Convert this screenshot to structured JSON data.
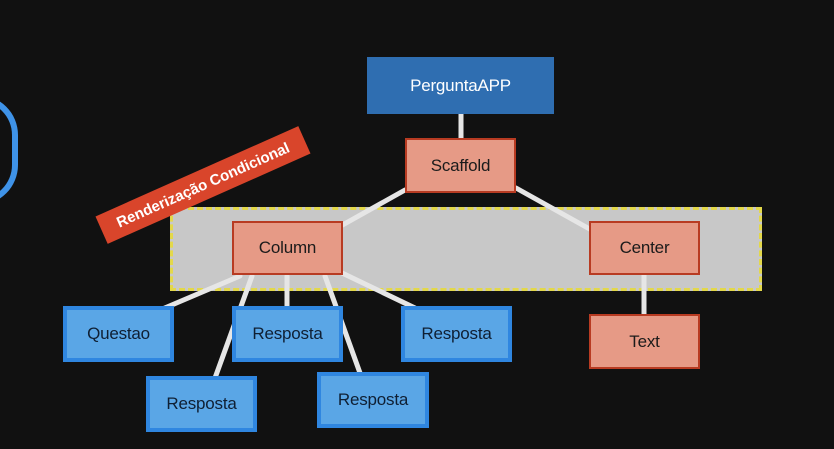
{
  "diagram": {
    "annotation": "Renderização Condicional",
    "nodes": {
      "root": "PerguntaAPP",
      "scaffold": "Scaffold",
      "column": "Column",
      "center": "Center",
      "text": "Text",
      "questao": "Questao",
      "resposta_1": "Resposta",
      "resposta_2": "Resposta",
      "resposta_3": "Resposta",
      "resposta_4": "Resposta"
    },
    "colors": {
      "background": "#111111",
      "root_fill": "#2f6eb1",
      "widget_fill": "#e69a86",
      "widget_border": "#b83b22",
      "leaf_fill": "#5aa6e6",
      "leaf_border": "#2f86e0",
      "highlight_fill": "#c8c8c8",
      "highlight_border": "#e3d84a",
      "banner_fill": "#d9452b",
      "connector": "#e6e6e6"
    }
  }
}
